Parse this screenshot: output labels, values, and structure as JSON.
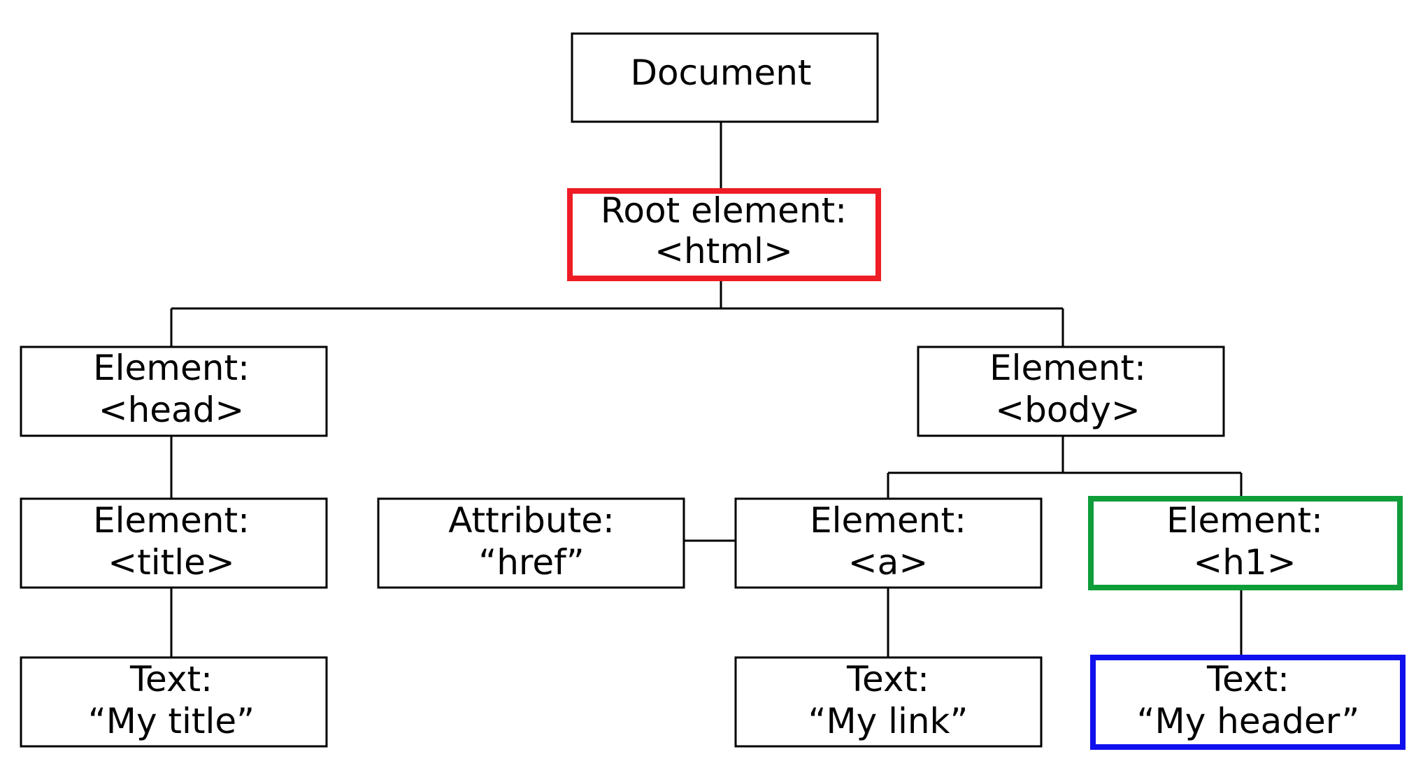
{
  "nodes": {
    "document": {
      "line1": "Document"
    },
    "root": {
      "line1": "Root element:",
      "line2": "<html>"
    },
    "head": {
      "line1": "Element:",
      "line2": "<head>"
    },
    "body": {
      "line1": "Element:",
      "line2": "<body>"
    },
    "title": {
      "line1": "Element:",
      "line2": "<title>"
    },
    "attribute": {
      "line1": "Attribute:",
      "line2": "“href”"
    },
    "a": {
      "line1": "Element:",
      "line2": "<a>"
    },
    "h1": {
      "line1": "Element:",
      "line2": "<h1>"
    },
    "text_title": {
      "line1": "Text:",
      "line2": "“My title”"
    },
    "text_link": {
      "line1": "Text:",
      "line2": "“My link”"
    },
    "text_header": {
      "line1": "Text:",
      "line2": "“My header”"
    }
  },
  "highlight_colors": {
    "root": "#ee1c24",
    "h1": "#0f9d3a",
    "text_header": "#1010ee"
  }
}
